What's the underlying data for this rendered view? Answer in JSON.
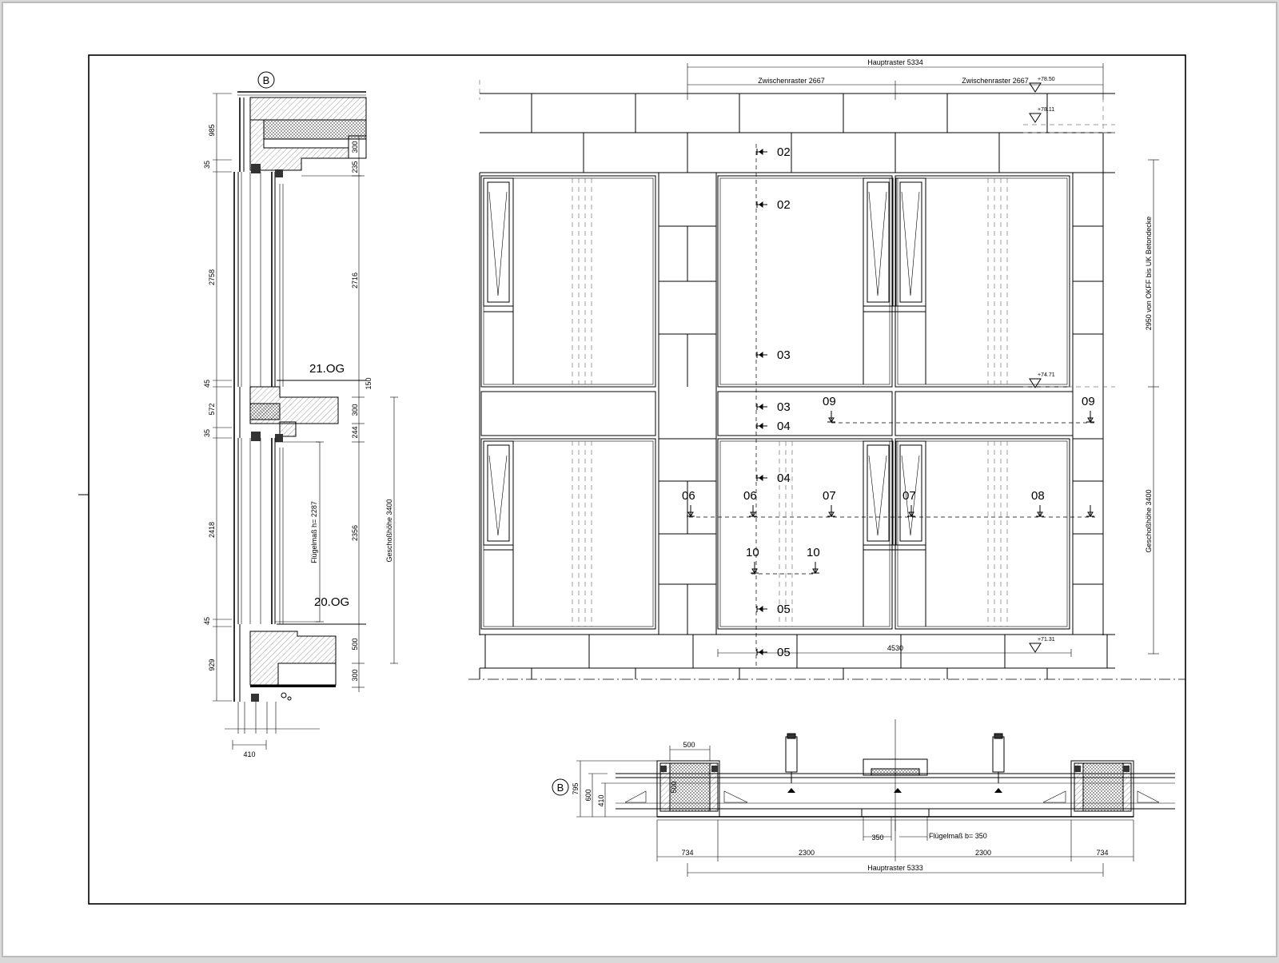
{
  "section_marker": "B",
  "plan_marker": "B",
  "levels": {
    "upper": "21.OG",
    "lower": "20.OG"
  },
  "vertical_dims": {
    "left": [
      "985",
      "35",
      "2758",
      "45",
      "572",
      "35",
      "2418",
      "45",
      "929"
    ],
    "right": [
      "300",
      "235",
      "2716",
      "150",
      "300",
      "244",
      "2356",
      "500",
      "300"
    ],
    "fluegel_h": "Flügelmaß h= 2287",
    "geschoss_section": "Geschoßhöhe 3400",
    "bottom": "410"
  },
  "elevation": {
    "hauptraster_top": "Hauptraster 5334",
    "zwischenraster_left": "Zwischenraster 2667",
    "zwischenraster_right": "Zwischenraster 2667",
    "levels": [
      "+78.50",
      "+78.11",
      "+74.71",
      "+71.31"
    ],
    "dim_okff": "2950 von OKFF bis UK Betondecke",
    "dim_geschoss": "Geschoßhöhe  3400",
    "dim_4530": "4530",
    "cuts": [
      "02",
      "02",
      "03",
      "03",
      "04",
      "04",
      "05",
      "05",
      "06",
      "06",
      "07",
      "07",
      "08",
      "09",
      "09",
      "10",
      "10"
    ]
  },
  "plan": {
    "dim_500_top": "500",
    "dim_500_side": "500",
    "dim_795": "795",
    "dim_600": "600",
    "dim_410": "410",
    "dim_350": "350",
    "fluegel_b": "Flügelmaß b= 350",
    "bottom_dims": [
      "734",
      "2300",
      "2300",
      "734"
    ],
    "hauptraster": "Hauptraster 5333"
  }
}
